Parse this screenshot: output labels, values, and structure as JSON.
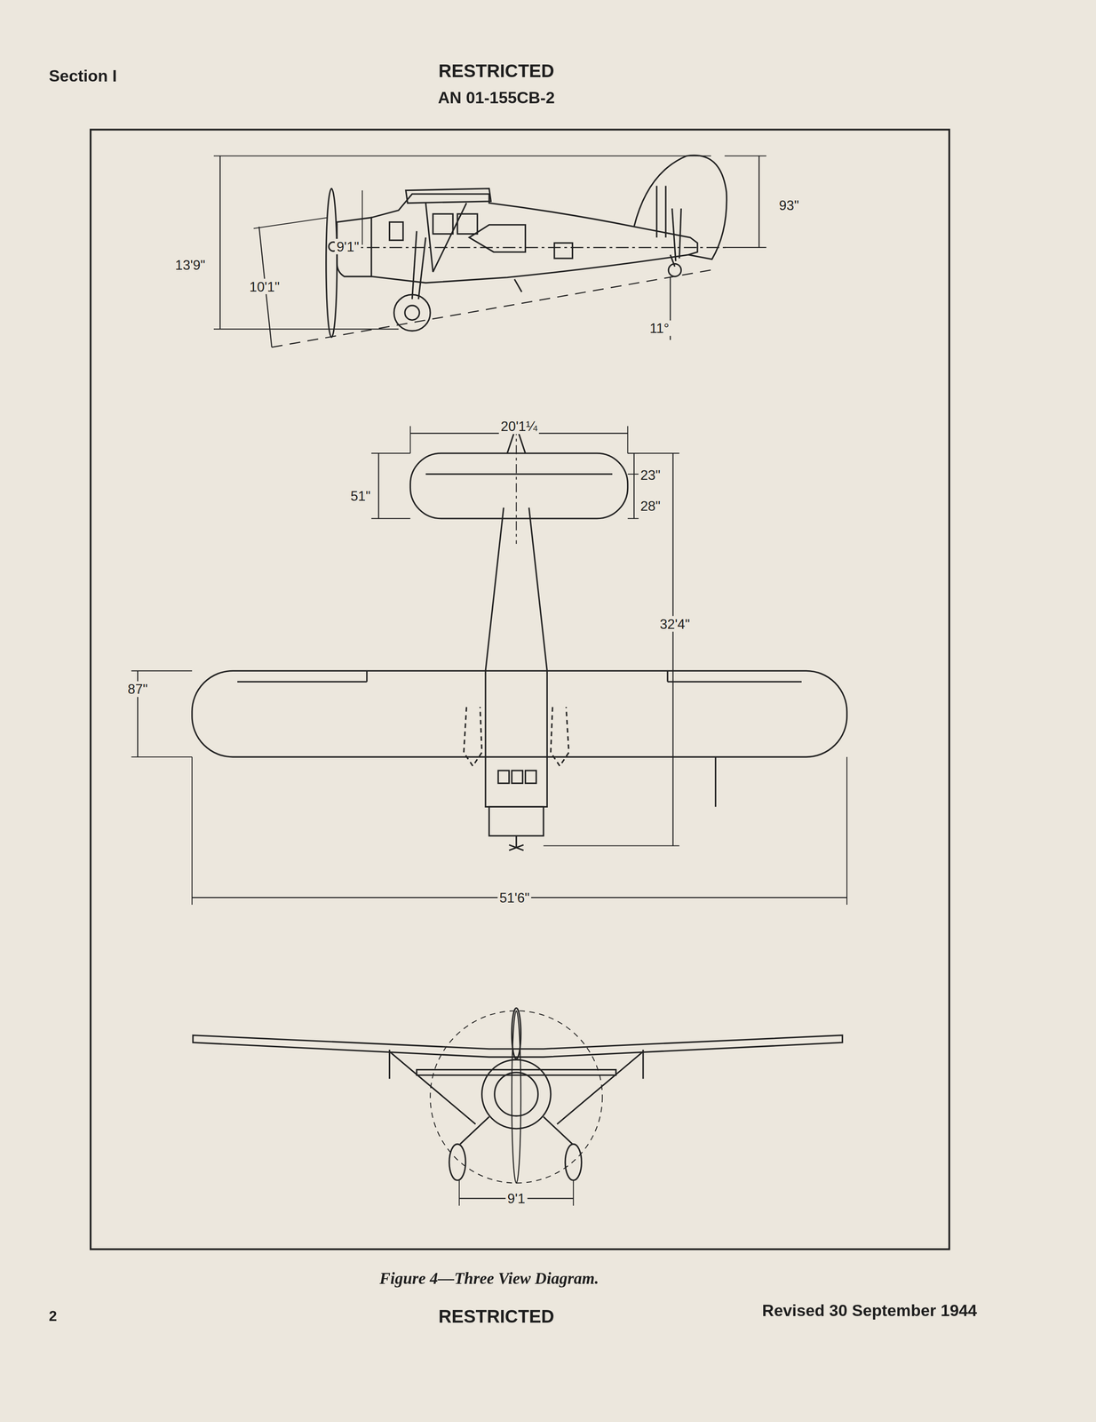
{
  "diagram": {
    "caption": "Figure 4—Three View Diagram.",
    "labels": [
      "Section I",
      "RESTRICTED",
      "AN 01-155CB-2",
      "93\"",
      "13'9\"",
      "9'1\"",
      "10'1\"",
      "11°",
      "20'1¼",
      "51\"",
      "23\"",
      "28\"",
      "32'4\"",
      "87\"",
      "51'6\"",
      "9'1",
      "2",
      "RESTRICTED",
      "Revised 30 September 1944"
    ]
  }
}
